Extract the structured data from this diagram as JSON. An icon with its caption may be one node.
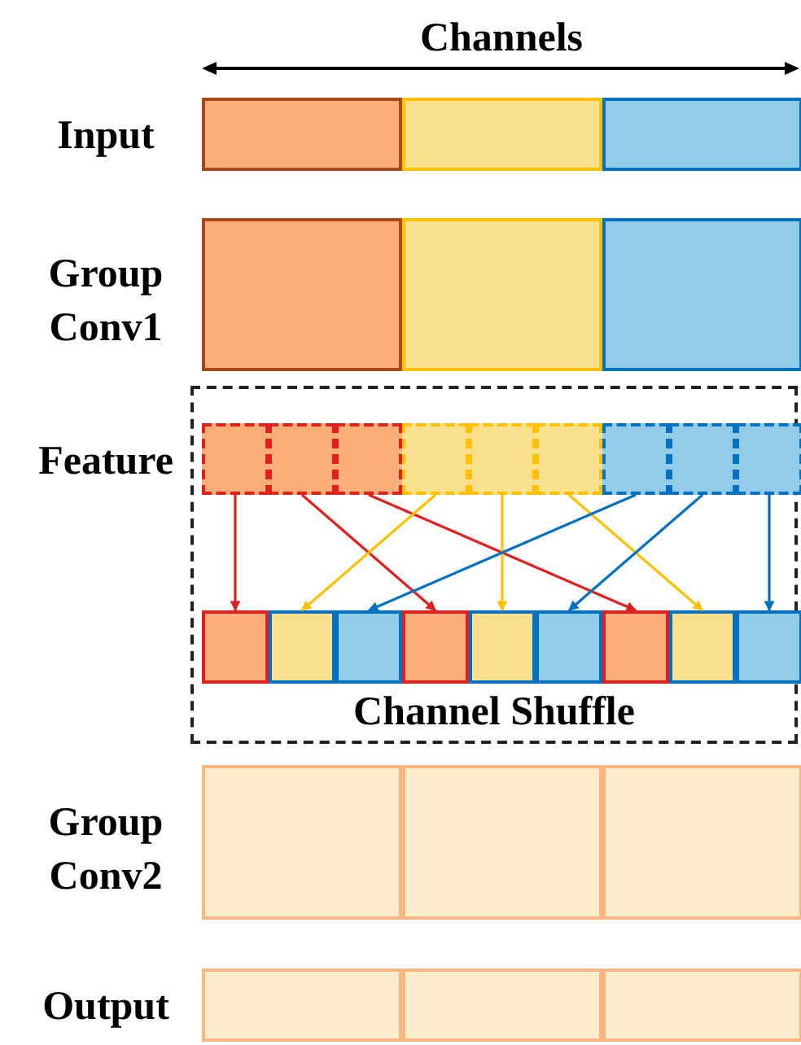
{
  "diagram": {
    "nodes": [
      {
        "text": [],
        "shape": "box"
      },
      {
        "text": [],
        "shape": "box"
      },
      {
        "text": [],
        "shape": "box"
      },
      {
        "text": [],
        "shape": "box"
      },
      {
        "text": [],
        "shape": "box"
      },
      {
        "text": [],
        "shape": "box"
      },
      {
        "text": [
          "Channel Shuffle"
        ]
      },
      {
        "text": [],
        "shape": "box",
        "in": 6
      },
      {
        "text": [],
        "shape": "box",
        "in": 6
      },
      {
        "text": [],
        "shape": "box",
        "in": 6
      },
      {
        "text": [],
        "shape": "box",
        "in": 6
      },
      {
        "text": [],
        "shape": "box",
        "in": 6
      },
      {
        "text": [],
        "shape": "box",
        "in": 6
      },
      {
        "text": [],
        "shape": "box",
        "in": 6
      },
      {
        "text": [],
        "shape": "box",
        "in": 6
      },
      {
        "text": [],
        "shape": "box",
        "in": 6
      },
      {
        "text": [],
        "shape": "box",
        "in": 6
      },
      {
        "text": [],
        "shape": "box",
        "in": 6
      },
      {
        "text": [],
        "shape": "box",
        "in": 6
      },
      {
        "text": [],
        "shape": "box",
        "in": 6
      },
      {
        "text": [],
        "shape": "box",
        "in": 6
      },
      {
        "text": [],
        "shape": "box",
        "in": 6
      },
      {
        "text": [],
        "shape": "box",
        "in": 6
      },
      {
        "text": [],
        "shape": "box",
        "in": 6
      },
      {
        "text": [],
        "shape": "box",
        "in": 6
      },
      {
        "text": [],
        "shape": "box"
      },
      {
        "text": [],
        "shape": "box"
      },
      {
        "text": [],
        "shape": "box"
      },
      {
        "text": [],
        "shape": "box"
      },
      {
        "text": [],
        "shape": "box"
      },
      {
        "text": [],
        "shape": "box"
      }
    ],
    "edges": [
      {
        "from": 7,
        "to": 16,
        "arrow": "to",
        "color": "#e02020"
      },
      {
        "from": 8,
        "to": 19,
        "arrow": "to",
        "color": "#e02020"
      },
      {
        "from": 9,
        "to": 22,
        "arrow": "to",
        "color": "#e02020"
      },
      {
        "from": 10,
        "to": 17,
        "arrow": "to",
        "color": "#ffc000"
      },
      {
        "from": 11,
        "to": 20,
        "arrow": "to",
        "color": "#ffc000"
      },
      {
        "from": 12,
        "to": 23,
        "arrow": "to",
        "color": "#ffc000"
      },
      {
        "from": 13,
        "to": 18,
        "arrow": "to",
        "color": "#0070c0"
      },
      {
        "from": 14,
        "to": 21,
        "arrow": "to",
        "color": "#0070c0"
      },
      {
        "from": 15,
        "to": 24,
        "arrow": "to",
        "color": "#0070c0"
      }
    ],
    "labels": [
      "Channels",
      "Input",
      "Group Conv1",
      "Feature",
      "Group Conv2",
      "Output"
    ]
  }
}
